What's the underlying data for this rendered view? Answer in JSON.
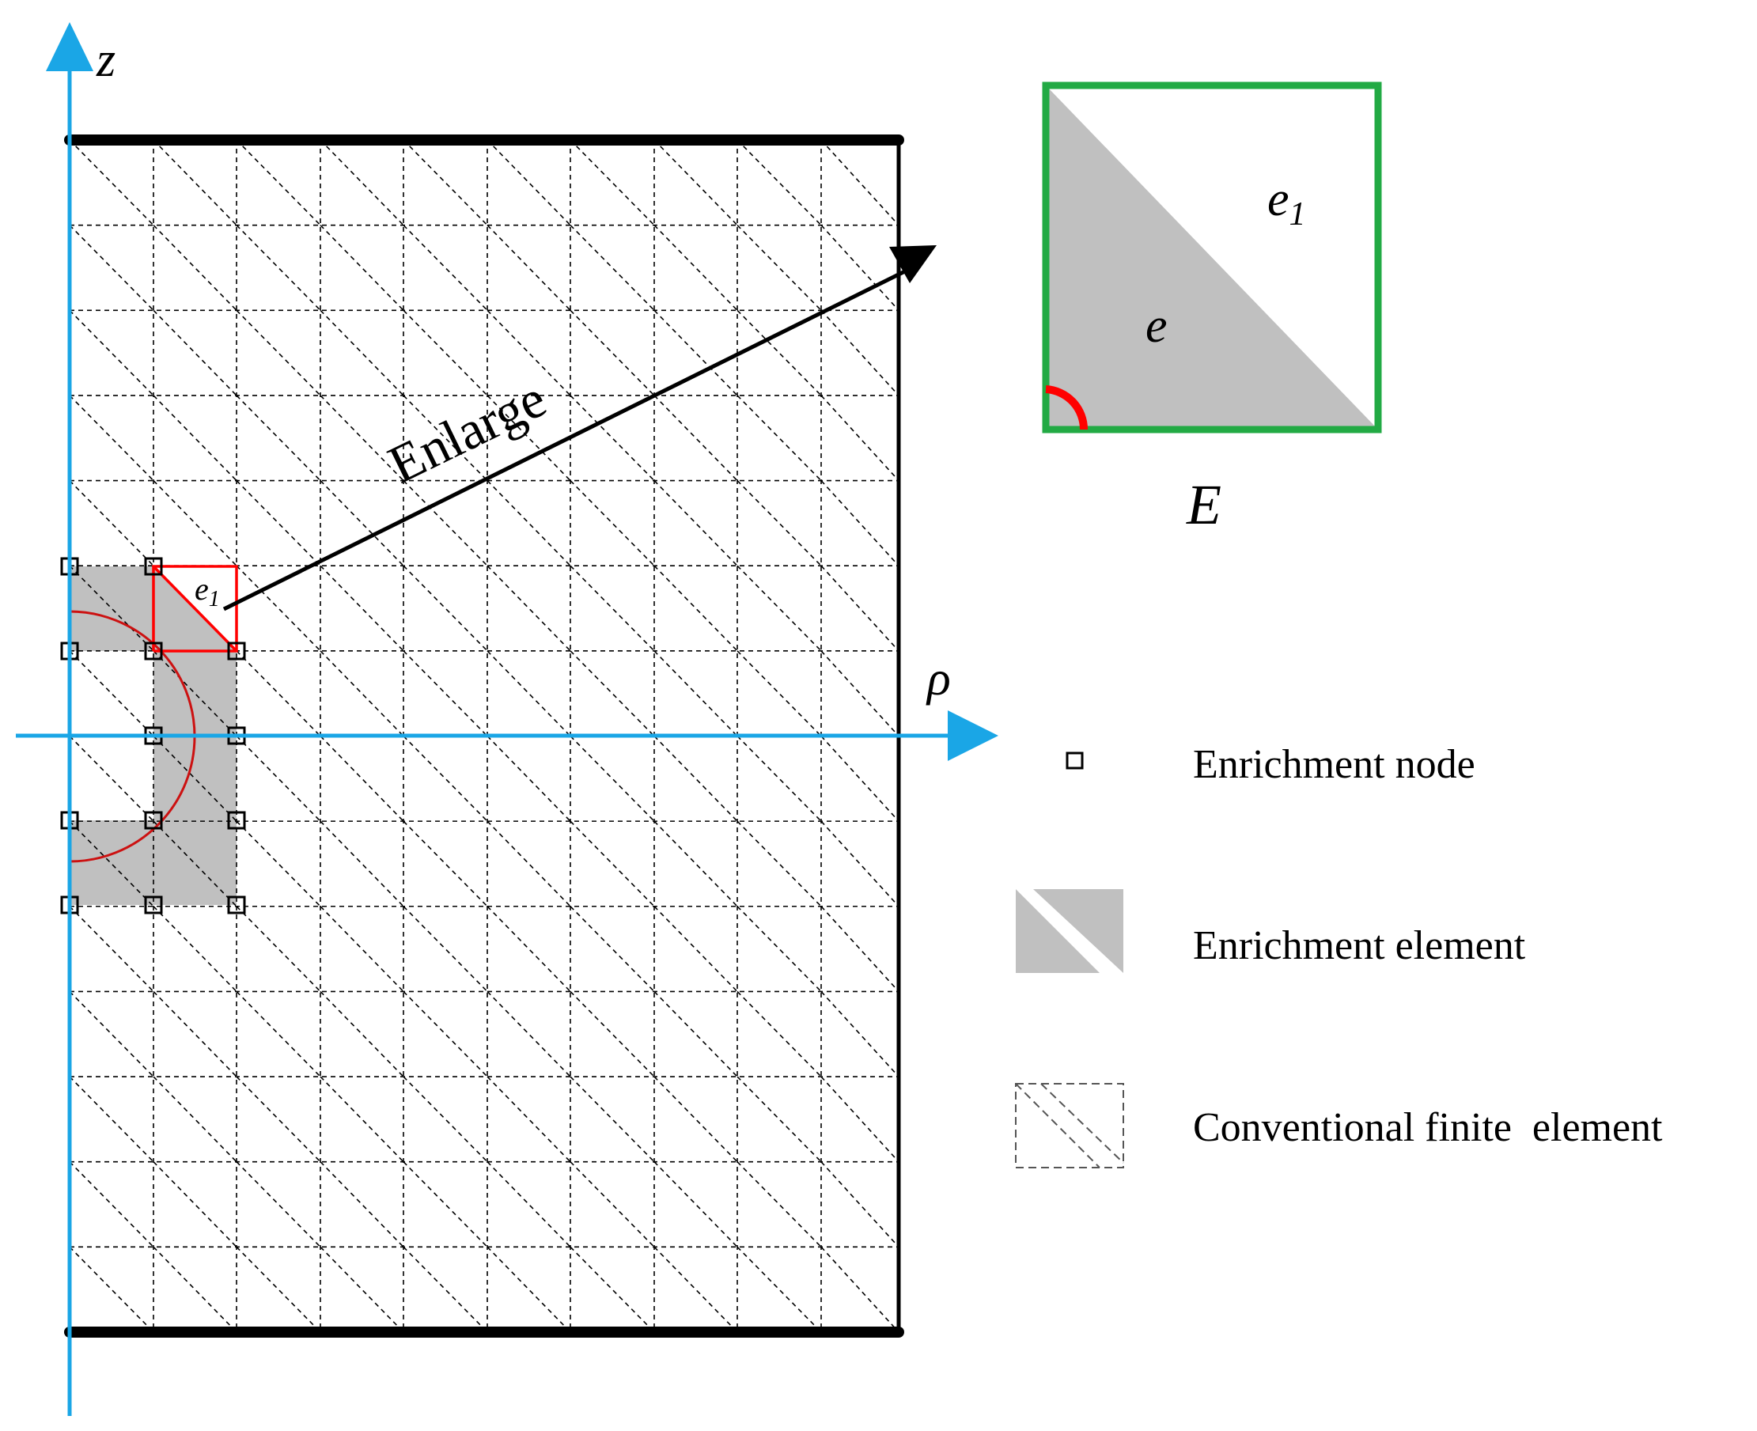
{
  "axes": {
    "z_label": "z",
    "rho_label": "ρ"
  },
  "annotation": {
    "enlarge_label": "Enlarge",
    "element_e1_label": "e",
    "element_e1_subscript": "1"
  },
  "inset": {
    "e1_label": "e",
    "e1_subscript": "1",
    "e_label": "e",
    "E_label": "E"
  },
  "legend": {
    "enrichment_node": "Enrichment node",
    "enrichment_element": "Enrichment element",
    "conventional_element": "Conventional finite  element"
  },
  "colors": {
    "axis": "#1aa6e6",
    "enriched_fill": "#c0c0c0",
    "interface": "#cc1111",
    "highlight": "#ff0000",
    "inset_border": "#22aa44",
    "mesh": "#000000"
  }
}
